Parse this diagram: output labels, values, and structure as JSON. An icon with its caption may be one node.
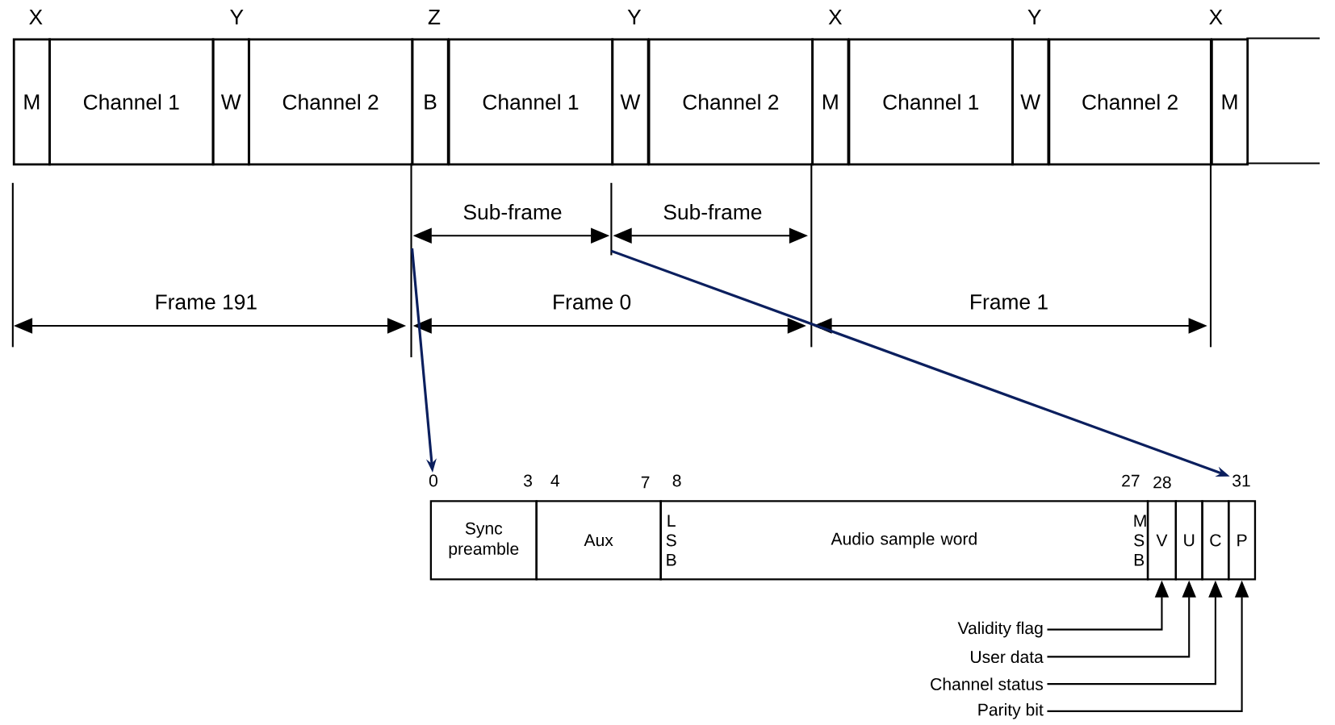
{
  "diagram": {
    "nodes": [
      {
        "text": [
          "M"
        ]
      },
      {
        "text": [
          "Channel 1"
        ]
      },
      {
        "text": [
          "W"
        ]
      },
      {
        "text": [
          "Channel 2"
        ]
      },
      {
        "text": [
          "B"
        ]
      },
      {
        "text": [
          "Channel 1"
        ]
      },
      {
        "text": [
          "W"
        ]
      },
      {
        "text": [
          "Channel 2"
        ]
      },
      {
        "text": [
          "M"
        ]
      },
      {
        "text": [
          "Channel 1"
        ]
      },
      {
        "text": [
          "W"
        ]
      },
      {
        "text": [
          "Channel 2"
        ]
      },
      {
        "text": [
          "M"
        ]
      },
      {
        "text": [
          "0"
        ]
      },
      {
        "text": [
          "31"
        ]
      },
      {
        "text": [
          "Sync preamble"
        ]
      },
      {
        "text": [
          "Aux"
        ]
      },
      {
        "text": [
          "L S B",
          "Audio sample word",
          "M S B"
        ]
      },
      {
        "text": [
          "V"
        ]
      },
      {
        "text": [
          "U"
        ]
      },
      {
        "text": [
          "C"
        ]
      },
      {
        "text": [
          "P"
        ]
      },
      {
        "text": [
          "Validity flag"
        ]
      },
      {
        "text": [
          "User data"
        ]
      },
      {
        "text": [
          "Channel status"
        ]
      },
      {
        "text": [
          "Parity bit"
        ]
      }
    ],
    "edges": [
      {
        "from": null,
        "to": 13,
        "arrow": "to",
        "color": "#0b1f5e"
      },
      {
        "from": null,
        "to": 14,
        "arrow": "to",
        "color": "#0b1f5e"
      },
      {
        "from": 22,
        "to": 18,
        "arrow": "to"
      },
      {
        "from": 23,
        "to": 19,
        "arrow": "to"
      },
      {
        "from": 24,
        "to": 20,
        "arrow": "to"
      },
      {
        "from": 25,
        "to": 21,
        "arrow": "to"
      }
    ],
    "labels": [
      "X",
      "Y",
      "Z",
      "Y",
      "X",
      "Y",
      "X",
      "Sub-frame",
      "Sub-frame",
      "Frame 191",
      "Frame 0",
      "Frame 1",
      "3",
      "4",
      "7",
      "8",
      "27",
      "28"
    ]
  }
}
